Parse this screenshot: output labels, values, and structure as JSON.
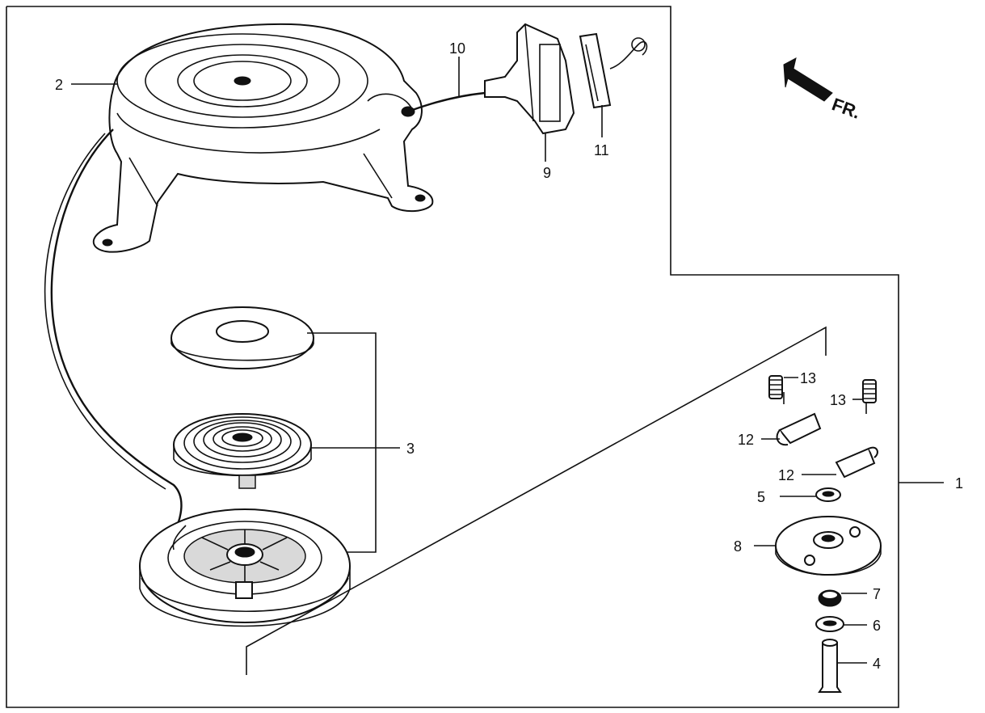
{
  "direction_label": "FR.",
  "callouts": {
    "c1": "1",
    "c2": "2",
    "c3": "3",
    "c4": "4",
    "c5": "5",
    "c6": "6",
    "c7": "7",
    "c8": "8",
    "c9": "9",
    "c10": "10",
    "c11": "11",
    "c12a": "12",
    "c12b": "12",
    "c13a": "13",
    "c13b": "13"
  }
}
